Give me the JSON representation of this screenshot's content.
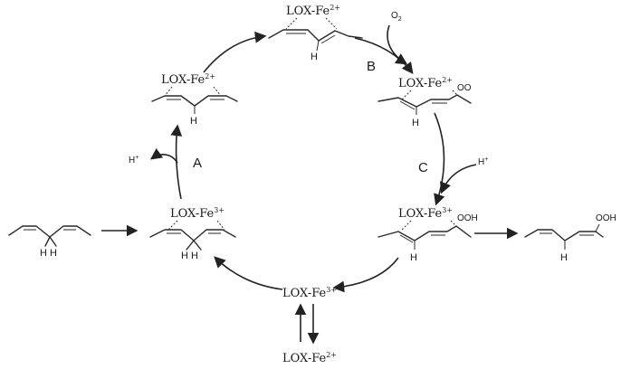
{
  "labels": {
    "lox_fe2_top": "LOX-Fe",
    "lox_fe2_left": "LOX-Fe",
    "lox_fe2_right": "LOX-Fe",
    "lox_fe3_left": "LOX-Fe",
    "lox_fe3_right": "LOX-Fe",
    "lox_fe3_bottom": "LOX-Fe",
    "lox_fe2_bottom": "LOX-Fe",
    "charge_2plus": "2+",
    "charge_3plus": "3+",
    "o2": "O",
    "o2_sub": "2",
    "h_plus_left": "H",
    "h_plus_right": "H",
    "plus": "+",
    "oo": "OO",
    "ooh_right": "OOH",
    "ooh_product": "OOH",
    "step_a": "A",
    "step_b": "B",
    "step_c": "C",
    "h": "H",
    "hh": "H H"
  }
}
